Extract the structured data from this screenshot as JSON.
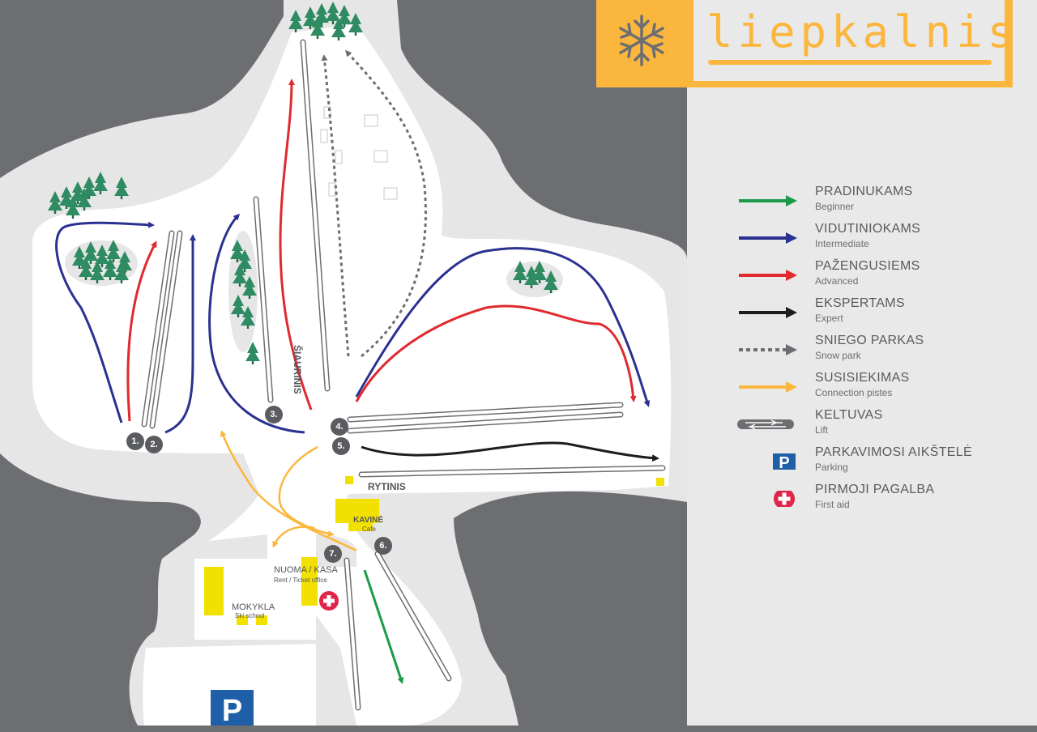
{
  "brand": {
    "name": "liepkalnis"
  },
  "colors": {
    "beginner": "#1b9a4a",
    "intermediate": "#2b3190",
    "advanced": "#e02a2f",
    "expert": "#1d1d1b",
    "snow_park": "#6d6e71",
    "connection": "#fbb73d",
    "parking": "#1f5fa7",
    "first_aid": "#e0254a",
    "tree": "#2e8b62"
  },
  "legend": [
    {
      "key": "beginner",
      "title": "PRADINUKAMS",
      "subtitle": "Beginner"
    },
    {
      "key": "intermediate",
      "title": "VIDUTINIOKAMS",
      "subtitle": "Intermediate"
    },
    {
      "key": "advanced",
      "title": "PAŽENGUSIEMS",
      "subtitle": "Advanced"
    },
    {
      "key": "expert",
      "title": "EKSPERTAMS",
      "subtitle": "Expert"
    },
    {
      "key": "snow_park",
      "title": "SNIEGO PARKAS",
      "subtitle": "Snow park"
    },
    {
      "key": "connection",
      "title": "SUSISIEKIMAS",
      "subtitle": "Connection pistes"
    },
    {
      "key": "lift",
      "title": "KELTUVAS",
      "subtitle": "Lift"
    },
    {
      "key": "parking",
      "title": "PARKAVIMOSI AIKŠTELĖ",
      "subtitle": "Parking",
      "icon": "P"
    },
    {
      "key": "first_aid",
      "title": "PIRMOJI PAGALBA",
      "subtitle": "First aid"
    }
  ],
  "lift_numbers": [
    "1.",
    "2.",
    "3.",
    "4.",
    "5.",
    "6.",
    "7."
  ],
  "areas": {
    "north": "ŠIAURINIS",
    "east": "RYTINIS"
  },
  "facilities": {
    "cafe": {
      "title": "KAVINĖ",
      "subtitle": "Cafe"
    },
    "rental": {
      "title": "NUOMA / KASA",
      "subtitle": "Rent / Ticket office"
    },
    "school": {
      "title": "MOKYKLA",
      "subtitle": "Ski school"
    },
    "parking": "P"
  }
}
